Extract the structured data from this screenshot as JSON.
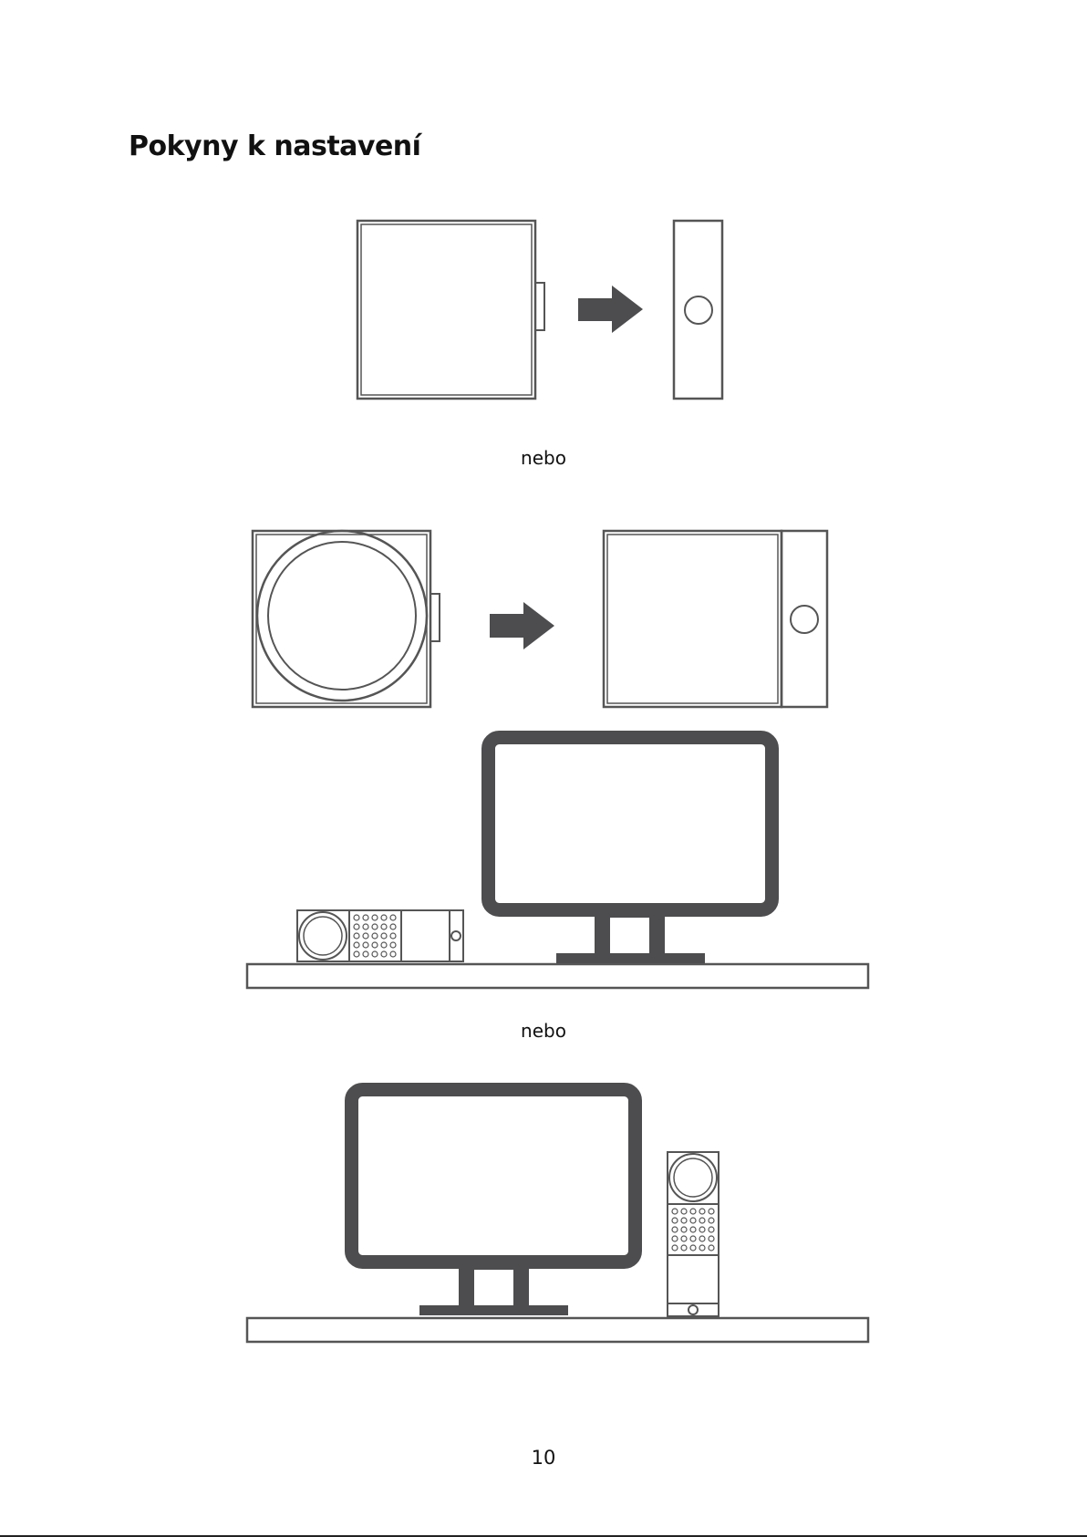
{
  "page": {
    "heading": "Pokyny k nastavení",
    "separators": [
      "nebo",
      "nebo"
    ],
    "page_number": "10"
  },
  "figures": {
    "step1": [
      "square-device-back-icon",
      "arrow-right-icon",
      "device-side-view-icon"
    ],
    "step1_alt": [
      "round-device-back-icon",
      "arrow-right-icon",
      "device-with-stand-icon"
    ],
    "placement_horizontal": [
      "desk-icon",
      "monitor-icon",
      "device-horizontal-icon"
    ],
    "placement_vertical": [
      "desk-icon",
      "monitor-icon",
      "device-vertical-icon"
    ]
  },
  "colors": {
    "stroke": "#555555",
    "fill_dark": "#4d4d4f"
  }
}
